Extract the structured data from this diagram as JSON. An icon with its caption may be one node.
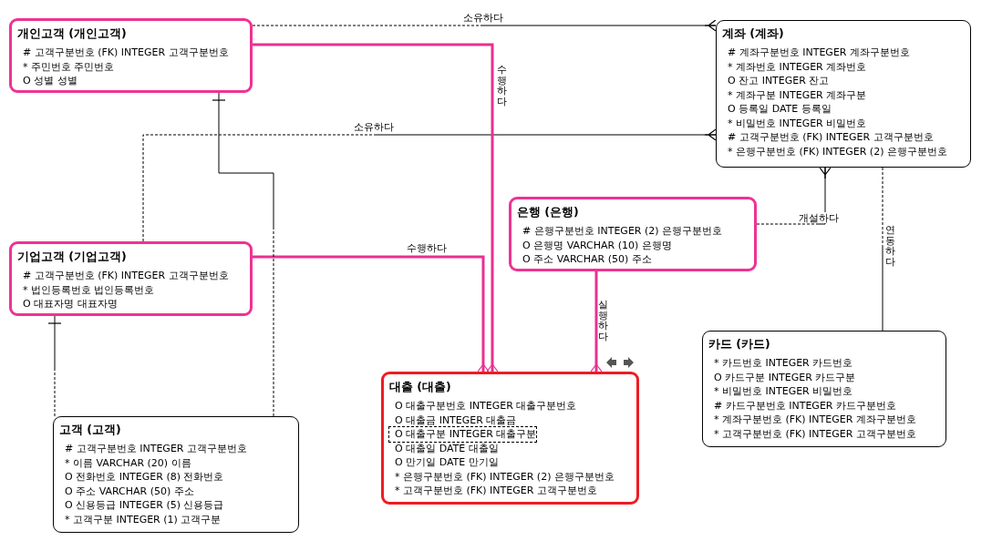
{
  "diagram": {
    "nodes": [
      {
        "text": [
          "개인고객 (개인고객)",
          "# 고객구분번호 (FK) INTEGER 고객구분번호",
          "* 주민번호 주민번호",
          "O 성별 성별"
        ]
      },
      {
        "text": [
          "계좌 (계좌)",
          "# 계좌구분번호 INTEGER 계좌구분번호",
          "* 계좌번호 INTEGER 계좌번호",
          "O 잔고 INTEGER 잔고",
          "* 계좌구분 INTEGER 계좌구분",
          "O 등록일 DATE 등록일",
          "* 비밀번호 INTEGER 비밀번호",
          "# 고객구분번호 (FK) INTEGER 고객구분번호",
          "* 은행구분번호 (FK) INTEGER (2) 은행구분번호"
        ]
      },
      {
        "text": [
          "은행 (은행)",
          "# 은행구분번호 INTEGER (2) 은행구분번호",
          "O 은행명 VARCHAR (10) 은행명",
          "O 주소 VARCHAR (50) 주소"
        ]
      },
      {
        "text": [
          "기업고객 (기업고객)",
          "# 고객구분번호 (FK) INTEGER 고객구분번호",
          "* 법인등록번호 법인등록번호",
          "O 대표자명 대표자명"
        ]
      },
      {
        "text": [
          "카드 (카드)",
          "* 카드번호 INTEGER 카드번호",
          "O 카드구분 INTEGER 카드구분",
          "* 비밀번호 INTEGER 비밀번호",
          "# 카드구분번호 INTEGER 카드구분번호",
          "* 계좌구분번호 (FK) INTEGER 계좌구분번호",
          "* 고객구분번호 (FK) INTEGER 고객구분번호"
        ]
      },
      {
        "text": [
          "대출 (대출)",
          "O 대출구분번호 INTEGER 대출구분번호",
          "O 대출금 INTEGER 대출금",
          "O 대출구분 INTEGER 대출구분",
          "O 대출일 DATE 대출일",
          "O 만기일 DATE 만기일",
          "* 은행구분번호 (FK) INTEGER (2) 은행구분번호",
          "* 고객구분번호 (FK) INTEGER 고객구분번호"
        ]
      },
      {
        "text": [
          "고객 (고객)",
          "# 고객구분번호 INTEGER 고객구분번호",
          "* 이름 VARCHAR (20) 이름",
          "O 전화번호 INTEGER (8) 전화번호",
          "O 주소 VARCHAR (50) 주소",
          "O 신용등급 INTEGER (5) 신용등급",
          "* 고객구분 INTEGER (1) 고객구분"
        ]
      }
    ],
    "edges": [
      {
        "from": 0,
        "to": 1,
        "arrow": "other",
        "label": "소유하다",
        "style": "dashed"
      },
      {
        "from": 3,
        "to": 1,
        "arrow": "other",
        "label": "소유하다",
        "style": "dashed"
      },
      {
        "from": 0,
        "to": 5,
        "arrow": "other",
        "label": "수행하다",
        "style": "thick",
        "color": "#e8318f"
      },
      {
        "from": 3,
        "to": 5,
        "arrow": "other",
        "label": "수행하다",
        "style": "thick",
        "color": "#e8318f"
      },
      {
        "from": 2,
        "to": 5,
        "arrow": "other",
        "label": "실행하다",
        "style": "thick",
        "color": "#e8318f"
      },
      {
        "from": 2,
        "to": 1,
        "arrow": "other",
        "label": "개설하다",
        "style": "dashed"
      },
      {
        "from": 1,
        "to": 4,
        "arrow": "none",
        "label": "연동하다",
        "style": "dashed"
      },
      {
        "from": 6,
        "to": 0,
        "arrow": "other",
        "style": "dashed"
      },
      {
        "from": 6,
        "to": 3,
        "arrow": "other",
        "style": "dashed"
      }
    ]
  }
}
